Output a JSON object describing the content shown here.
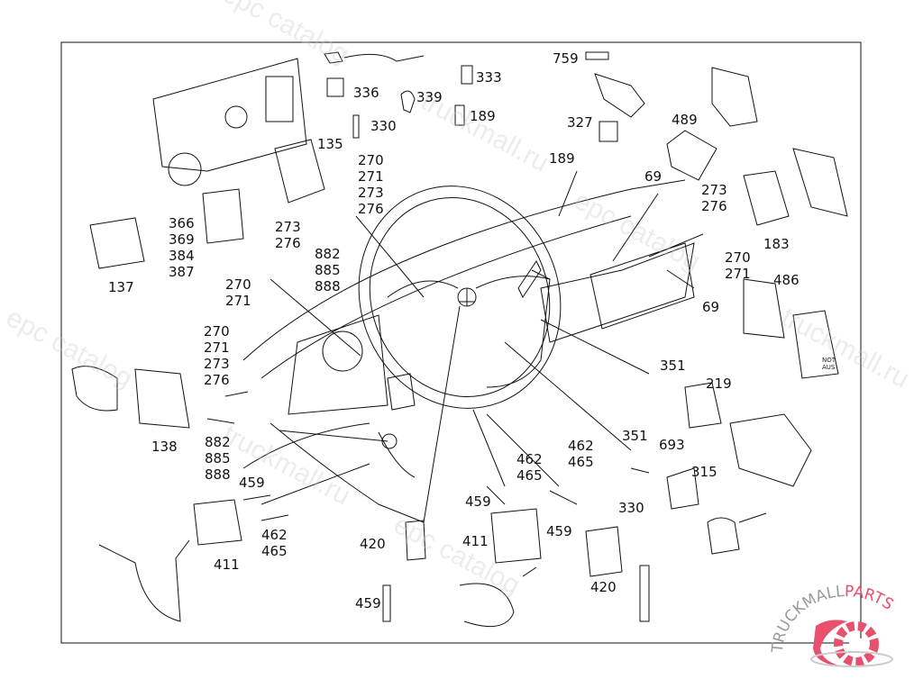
{
  "diagram": {
    "callouts": [
      {
        "id": "c759",
        "text": "759"
      },
      {
        "id": "c336",
        "text": "336"
      },
      {
        "id": "c339",
        "text": "339"
      },
      {
        "id": "c333",
        "text": "333"
      },
      {
        "id": "c189a",
        "text": "189"
      },
      {
        "id": "c330a",
        "text": "330"
      },
      {
        "id": "c327",
        "text": "327"
      },
      {
        "id": "c489",
        "text": "489"
      },
      {
        "id": "c135",
        "text": "135"
      },
      {
        "id": "c270a",
        "text": "270\n271\n273\n276"
      },
      {
        "id": "c189b",
        "text": "189"
      },
      {
        "id": "c69a",
        "text": "69"
      },
      {
        "id": "c273a",
        "text": "273\n276"
      },
      {
        "id": "c183",
        "text": "183"
      },
      {
        "id": "c366",
        "text": "366\n369\n384\n387"
      },
      {
        "id": "c273b",
        "text": "273\n276"
      },
      {
        "id": "c882a",
        "text": "882\n885\n888"
      },
      {
        "id": "c270b",
        "text": "270\n271"
      },
      {
        "id": "c137",
        "text": "137"
      },
      {
        "id": "c270c",
        "text": "270\n271"
      },
      {
        "id": "c486",
        "text": "486"
      },
      {
        "id": "c69b",
        "text": "69"
      },
      {
        "id": "c270d",
        "text": "270\n271\n273\n276"
      },
      {
        "id": "c351a",
        "text": "351"
      },
      {
        "id": "c219",
        "text": "219"
      },
      {
        "id": "c138",
        "text": "138"
      },
      {
        "id": "c882b",
        "text": "882\n885\n888"
      },
      {
        "id": "c351b",
        "text": "351"
      },
      {
        "id": "c693",
        "text": "693"
      },
      {
        "id": "c462a",
        "text": "462\n465"
      },
      {
        "id": "c462b",
        "text": "462\n465"
      },
      {
        "id": "c315",
        "text": "315"
      },
      {
        "id": "c459a",
        "text": "459"
      },
      {
        "id": "c459b",
        "text": "459"
      },
      {
        "id": "c330b",
        "text": "330"
      },
      {
        "id": "c462c",
        "text": "462\n465"
      },
      {
        "id": "c411a",
        "text": "411"
      },
      {
        "id": "c459c",
        "text": "459"
      },
      {
        "id": "c411b",
        "text": "411"
      },
      {
        "id": "c420a",
        "text": "420"
      },
      {
        "id": "c420b",
        "text": "420"
      },
      {
        "id": "c459d",
        "text": "459"
      }
    ],
    "switch_label": "NOT\nAUS"
  },
  "watermarks": [
    "epc catalog",
    "truckmall.ru",
    "epc catalog",
    "truckmall.ru",
    "epc catalog",
    "truckmall.ru"
  ],
  "logo": {
    "text_left": "TRUCKMALL",
    "text_right": "PARTS",
    "color_accent": "#e8506e",
    "color_gray": "#9a9a9a"
  }
}
